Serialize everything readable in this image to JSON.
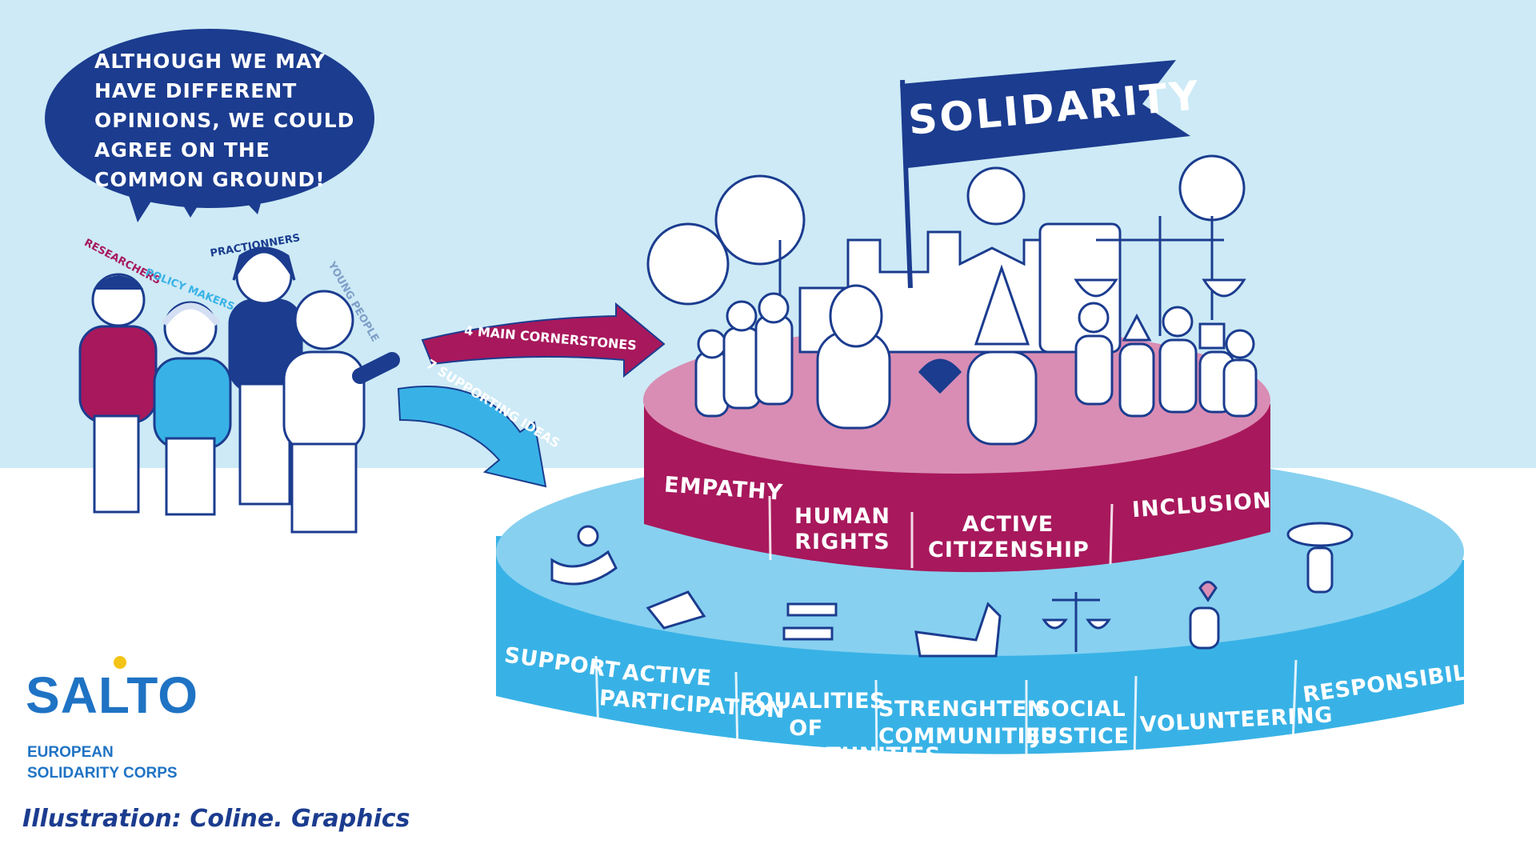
{
  "speech_bubble": {
    "text": "ALTHOUGH WE MAY HAVE DIFFERENT OPINIONS, WE COULD AGREE ON THE COMMON GROUND!"
  },
  "roles": {
    "researchers": "RESEARCHERS",
    "policy_makers": "POLICY MAKERS",
    "practitioners": "PRACTIONNERS",
    "young_people": "YOUNG PEOPLE"
  },
  "arrows": {
    "main": "4 MAIN CORNERSTONES",
    "supporting": "7 SUPPORTING IDEAS"
  },
  "flag": {
    "text": "SOLIDARITY"
  },
  "cornerstones": [
    "EMPATHY",
    "HUMAN RIGHTS",
    "ACTIVE CITIZENSHIP",
    "INCLUSION"
  ],
  "supporting_ideas": [
    "SUPPORT",
    "ACTIVE PARTICIPATION",
    "EQUALITIES OF OPPORTUNITIES",
    "STRENGHTEN COMMUNITIES",
    "SOCIAL JUSTICE",
    "VOLUNTEERING",
    "RESPONSIBILITY"
  ],
  "logo": {
    "name": "SALTO",
    "subtitle_line1": "EUROPEAN",
    "subtitle_line2": "SOLIDARITY CORPS"
  },
  "credit": "Illustration: Coline. Graphics",
  "colors": {
    "navy": "#1b3c8f",
    "magenta": "#a8185c",
    "pink_top": "#d98db4",
    "blue_base": "#38b2e6",
    "blue_top": "#87d0f0",
    "sky": "#cdeaf6"
  }
}
